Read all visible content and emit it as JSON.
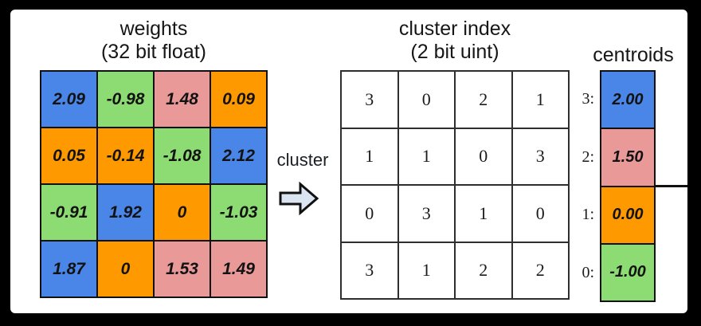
{
  "palette": {
    "blue": "#4a86e8",
    "green": "#8ddb73",
    "pink": "#ea9999",
    "orange": "#ff9900",
    "arrow_fill": "#dbe5f1"
  },
  "weights": {
    "title_line1": "weights",
    "title_line2": "(32 bit float)",
    "cells": [
      {
        "value": "2.09",
        "color": "blue"
      },
      {
        "value": "-0.98",
        "color": "green"
      },
      {
        "value": "1.48",
        "color": "pink"
      },
      {
        "value": "0.09",
        "color": "orange"
      },
      {
        "value": "0.05",
        "color": "orange"
      },
      {
        "value": "-0.14",
        "color": "orange"
      },
      {
        "value": "-1.08",
        "color": "green"
      },
      {
        "value": "2.12",
        "color": "blue"
      },
      {
        "value": "-0.91",
        "color": "green"
      },
      {
        "value": "1.92",
        "color": "blue"
      },
      {
        "value": "0",
        "color": "orange"
      },
      {
        "value": "-1.03",
        "color": "green"
      },
      {
        "value": "1.87",
        "color": "blue"
      },
      {
        "value": "0",
        "color": "orange"
      },
      {
        "value": "1.53",
        "color": "pink"
      },
      {
        "value": "1.49",
        "color": "pink"
      }
    ]
  },
  "cluster_arrow": {
    "label": "cluster"
  },
  "cluster_index": {
    "title_line1": "cluster index",
    "title_line2": "(2 bit uint)",
    "cells": [
      "3",
      "0",
      "2",
      "1",
      "1",
      "1",
      "0",
      "3",
      "0",
      "3",
      "1",
      "0",
      "3",
      "1",
      "2",
      "2"
    ]
  },
  "centroids": {
    "title": "centroids",
    "items": [
      {
        "index_label": "3:",
        "value": "2.00",
        "color": "blue"
      },
      {
        "index_label": "2:",
        "value": "1.50",
        "color": "pink"
      },
      {
        "index_label": "1:",
        "value": "0.00",
        "color": "orange"
      },
      {
        "index_label": "0:",
        "value": "-1.00",
        "color": "green"
      }
    ]
  }
}
